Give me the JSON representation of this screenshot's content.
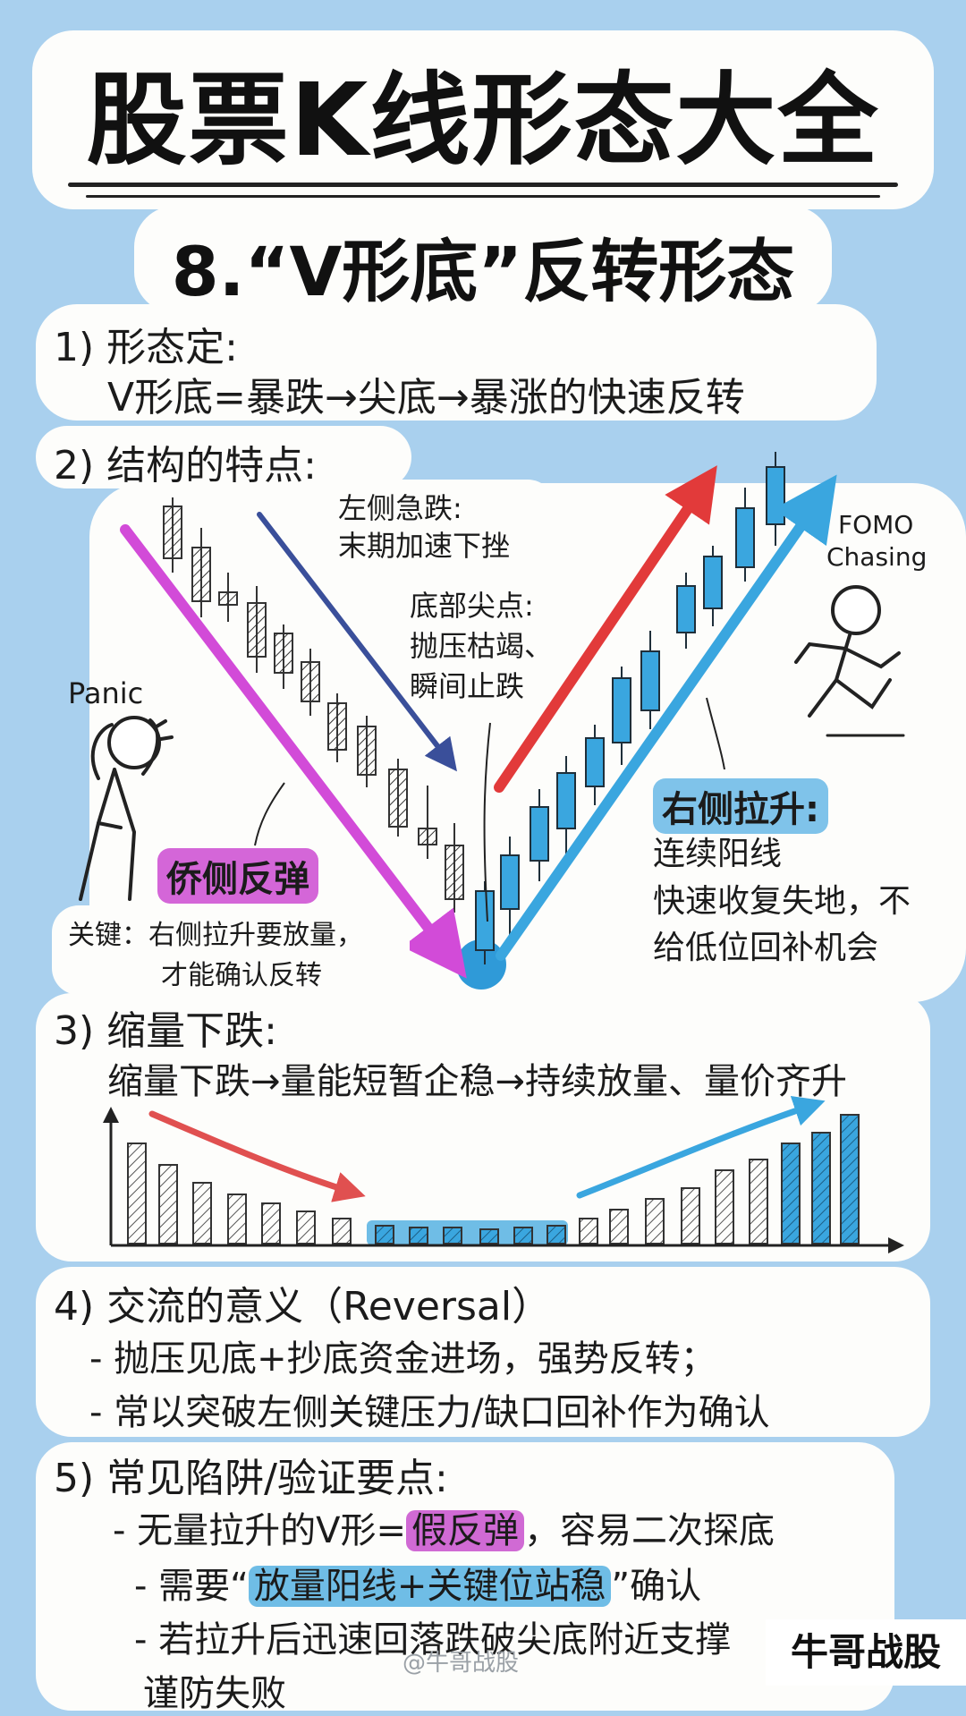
{
  "title": "股票K线形态大全",
  "subtitle": "8.“V形底”反转形态",
  "section1": {
    "heading": "1) 形态定:",
    "line": "V形底=暴跌→尖底→暴涨的快速反转"
  },
  "section2": {
    "heading": "2) 结构的特点:",
    "left_note_1": "左侧急跌:",
    "left_note_2": "末期加速下挫",
    "bottom_note_1": "底部尖点:",
    "bottom_note_2": "抛压枯竭、",
    "bottom_note_3": "瞬间止跌",
    "fomo_1": "FOMO",
    "fomo_2": "Chasing",
    "panic": "Panic",
    "left_label": "侨侧反弹",
    "right_label": "右侧拉升:",
    "right_note_1": "连续阳线",
    "right_note_2": "快速收复失地，不",
    "right_note_3": "给低位回补机会",
    "key_1": "关键：右侧拉升要放量，",
    "key_2": "才能确认反转"
  },
  "section3": {
    "heading": "3) 缩量下跌:",
    "line": "缩量下跌→量能短暂企稳→持续放量、量价齐升"
  },
  "section4": {
    "heading": "4) 交流的意义（Reversal）",
    "item1": "- 抛压见底+抄底资金进场，强势反转；",
    "item2": "- 常以突破左侧关键压力/缺口回补作为确认"
  },
  "section5": {
    "heading": "5) 常见陷阱/验证要点:",
    "item1_pre": "- 无量拉升的V形=",
    "item1_hl": "假反弹",
    "item1_post": "，容易二次探底",
    "item2_pre": "- 需要“",
    "item2_hl": "放量阳线+关键位站稳",
    "item2_post": "”确认",
    "item3": "- 若拉升后迅速回落跌破尖底附近支撑",
    "item4": "谨防失败"
  },
  "watermark": "@牛哥战股",
  "badge": "牛哥战股",
  "colors": {
    "background": "#a9d0ee",
    "magenta": "#d24bd8",
    "red": "#e23a3a",
    "blue": "#3aa6df",
    "navy": "#3a4f9a"
  },
  "icons": {
    "warning": "warning-icon",
    "panic": "panic-figure-icon",
    "runner": "running-figure-icon"
  }
}
